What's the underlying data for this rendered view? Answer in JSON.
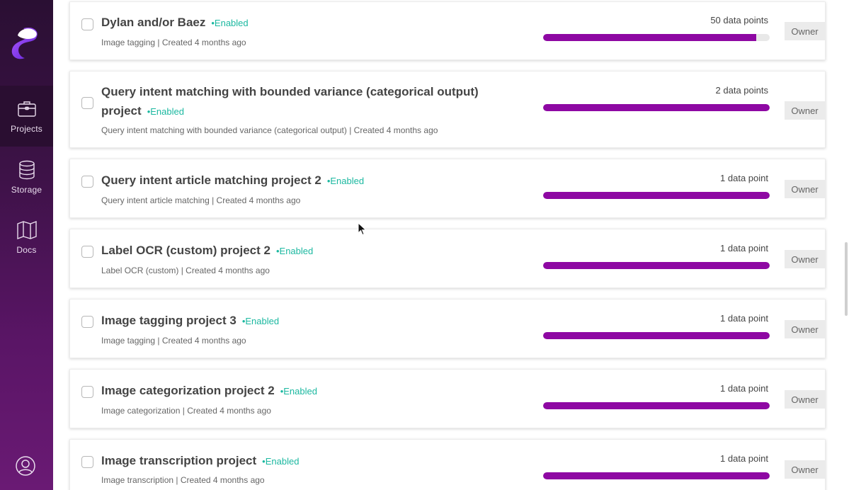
{
  "sidebar": {
    "items": [
      {
        "label": "Projects",
        "icon": "briefcase-icon",
        "active": true
      },
      {
        "label": "Storage",
        "icon": "database-icon",
        "active": false
      },
      {
        "label": "Docs",
        "icon": "book-icon",
        "active": false
      }
    ],
    "account_icon": "user-circle-icon"
  },
  "projects": [
    {
      "title": "Dylan and/or Baez",
      "status": "•Enabled",
      "type": "Image tagging",
      "created": "Created 4 months ago",
      "data_points": "50 data points",
      "progress": 0.94,
      "role": "Owner"
    },
    {
      "title_line1": "Query intent matching with bounded variance (categorical output)",
      "title_line2": "project",
      "status": "•Enabled",
      "type": "Query intent matching with bounded variance (categorical output)",
      "created": "Created 4 months ago",
      "data_points": "2 data points",
      "progress": 1.0,
      "role": "Owner"
    },
    {
      "title": "Query intent article matching project 2",
      "status": "•Enabled",
      "type": "Query intent article matching",
      "created": "Created 4 months ago",
      "data_points": "1 data point",
      "progress": 1.0,
      "role": "Owner"
    },
    {
      "title": "Label OCR (custom) project 2",
      "status": "•Enabled",
      "type": "Label OCR (custom)",
      "created": "Created 4 months ago",
      "data_points": "1 data point",
      "progress": 1.0,
      "role": "Owner"
    },
    {
      "title": "Image tagging project 3",
      "status": "•Enabled",
      "type": "Image tagging",
      "created": "Created 4 months ago",
      "data_points": "1 data point",
      "progress": 1.0,
      "role": "Owner"
    },
    {
      "title": "Image categorization project 2",
      "status": "•Enabled",
      "type": "Image categorization",
      "created": "Created 4 months ago",
      "data_points": "1 data point",
      "progress": 1.0,
      "role": "Owner"
    },
    {
      "title": "Image transcription project",
      "status": "•Enabled",
      "type": "Image transcription",
      "created": "Created 4 months ago",
      "data_points": "1 data point",
      "progress": 1.0,
      "role": "Owner"
    }
  ],
  "separator": " | ",
  "colors": {
    "accent": "#8e08a3",
    "enabled": "#1bb8a0",
    "sidebar": "#3d1247"
  }
}
